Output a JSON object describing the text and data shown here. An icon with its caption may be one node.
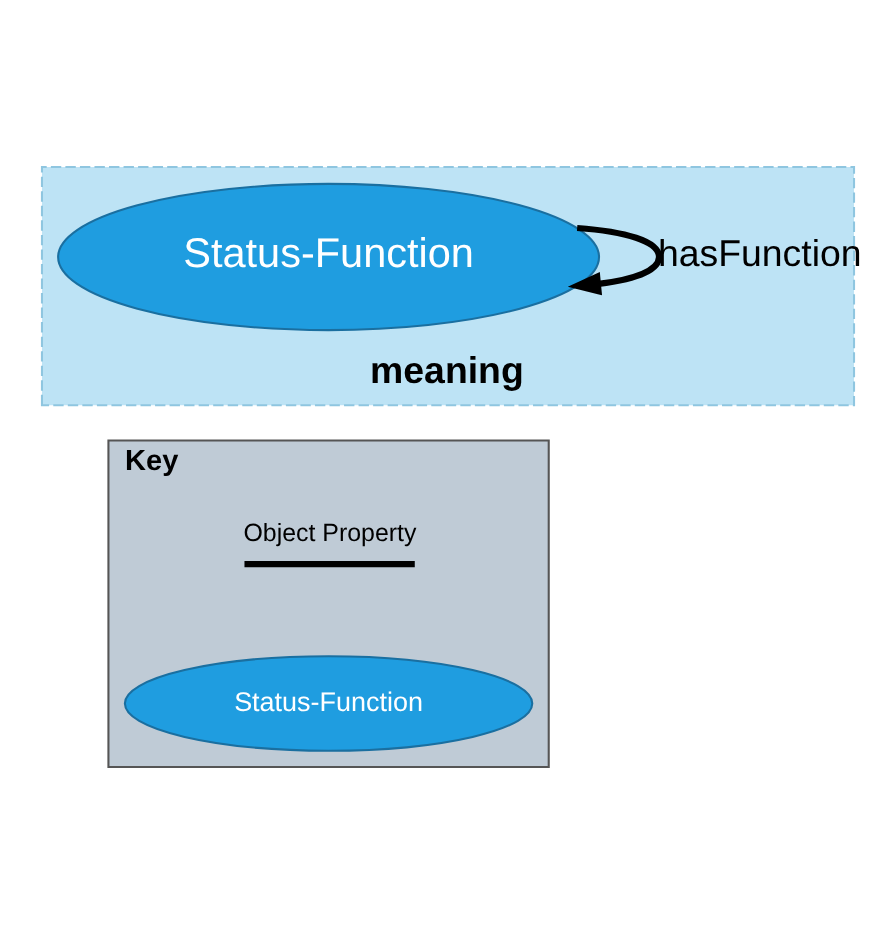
{
  "diagram": {
    "nodes": [
      {
        "text": [
          "meaning"
        ]
      },
      {
        "text": [
          "Status-Function"
        ],
        "in": 0
      },
      {
        "text": [
          "Key"
        ]
      },
      {
        "text": [
          "Status-Function"
        ],
        "in": 2
      }
    ],
    "edges": [
      {
        "from": 1,
        "to": 1,
        "arrow": "to",
        "label": "hasFunction"
      }
    ],
    "legend": [
      {
        "text": "Object Property"
      }
    ]
  }
}
